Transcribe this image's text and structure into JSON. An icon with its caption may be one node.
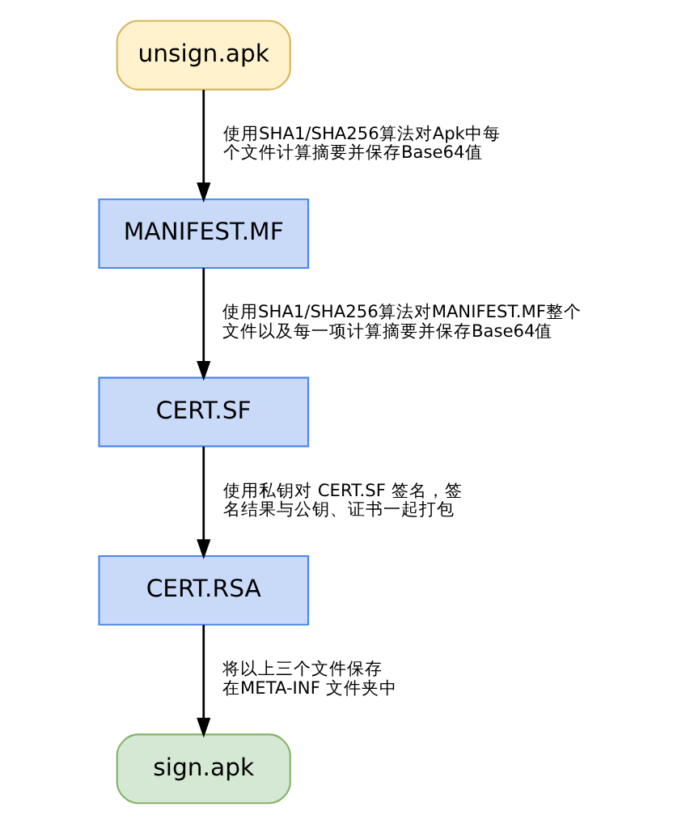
{
  "diagram": {
    "nodes": [
      {
        "text": [
          "unsign.apk"
        ]
      },
      {
        "text": [
          "MANIFEST.MF"
        ]
      },
      {
        "text": [
          "CERT.SF"
        ]
      },
      {
        "text": [
          "CERT.RSA"
        ]
      },
      {
        "text": [
          "sign.apk"
        ]
      }
    ],
    "edges": [
      {
        "from": 0,
        "to": 1,
        "arrow": "to",
        "label": "使用SHA1/SHA256算法对Apk中每个文件计算摘要并保存Base64值"
      },
      {
        "from": 1,
        "to": 2,
        "arrow": "to",
        "label": "使用SHA1/SHA256算法对MANIFEST.MF整个文件以及每一项计算摘要并保存Base64值"
      },
      {
        "from": 2,
        "to": 3,
        "arrow": "to",
        "label": "使用私钥对 CERT.SF 签名，签名结果与公钥、证书一起打包"
      },
      {
        "from": 3,
        "to": 4,
        "arrow": "to",
        "label": "将以上三个文件保存在META-INF 文件夹中"
      }
    ]
  }
}
